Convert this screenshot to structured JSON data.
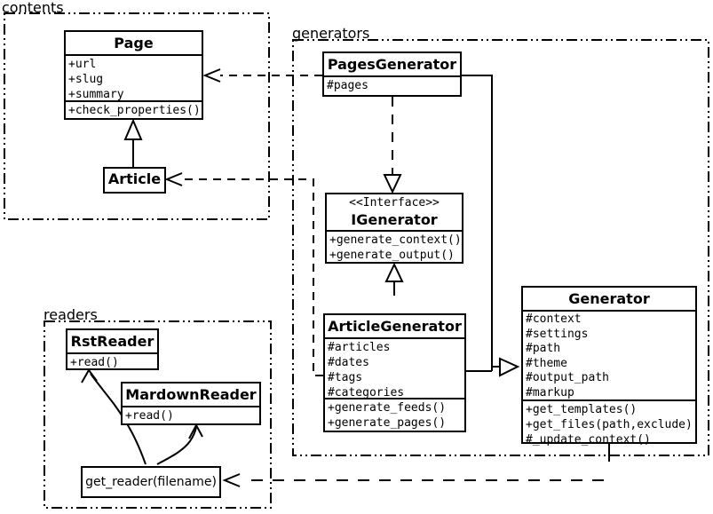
{
  "diagram": {
    "kind": "UML class diagram",
    "colors": {
      "ink": "#000000",
      "paper": "#ffffff"
    }
  },
  "packages": {
    "contents": {
      "label": "contents"
    },
    "generators": {
      "label": "generators"
    },
    "readers": {
      "label": "readers"
    }
  },
  "classes": {
    "page": {
      "title": "Page",
      "attributes": [
        "+url",
        "+slug",
        "+summary"
      ],
      "methods": [
        "+check_properties()"
      ]
    },
    "article": {
      "title": "Article"
    },
    "pages_generator": {
      "title": "PagesGenerator",
      "attributes": [
        "#pages"
      ]
    },
    "igenerator": {
      "stereotype": "<<Interface>>",
      "title": "IGenerator",
      "methods": [
        "+generate_context()",
        "+generate_output()"
      ]
    },
    "article_generator": {
      "title": "ArticleGenerator",
      "attributes": [
        "#articles",
        "#dates",
        "#tags",
        "#categories"
      ],
      "methods": [
        "+generate_feeds()",
        "+generate_pages()"
      ]
    },
    "generator": {
      "title": "Generator",
      "attributes": [
        "#context",
        "#settings",
        "#path",
        "#theme",
        "#output_path",
        "#markup"
      ],
      "methods": [
        "+get_templates()",
        "+get_files(path,exclude)",
        "#_update_context()"
      ]
    },
    "rst_reader": {
      "title": "RstReader",
      "methods": [
        "+read()"
      ]
    },
    "mardown_reader": {
      "title": "MardownReader",
      "methods": [
        "+read()"
      ]
    },
    "get_reader": {
      "title": "get_reader(filename)"
    }
  },
  "relationships": [
    {
      "from": "Article",
      "to": "Page",
      "type": "inheritance"
    },
    {
      "from": "PagesGenerator",
      "to": "Page",
      "type": "dependency"
    },
    {
      "from": "ArticleGenerator",
      "to": "Article",
      "type": "dependency"
    },
    {
      "from": "PagesGenerator",
      "to": "IGenerator",
      "type": "realization"
    },
    {
      "from": "ArticleGenerator",
      "to": "IGenerator",
      "type": "realization"
    },
    {
      "from": "PagesGenerator",
      "to": "Generator",
      "type": "inheritance"
    },
    {
      "from": "ArticleGenerator",
      "to": "Generator",
      "type": "inheritance"
    },
    {
      "from": "Generator",
      "to": "get_reader(filename)",
      "type": "dependency"
    },
    {
      "from": "get_reader(filename)",
      "to": "RstReader",
      "type": "arrow"
    },
    {
      "from": "get_reader(filename)",
      "to": "MardownReader",
      "type": "arrow"
    }
  ]
}
